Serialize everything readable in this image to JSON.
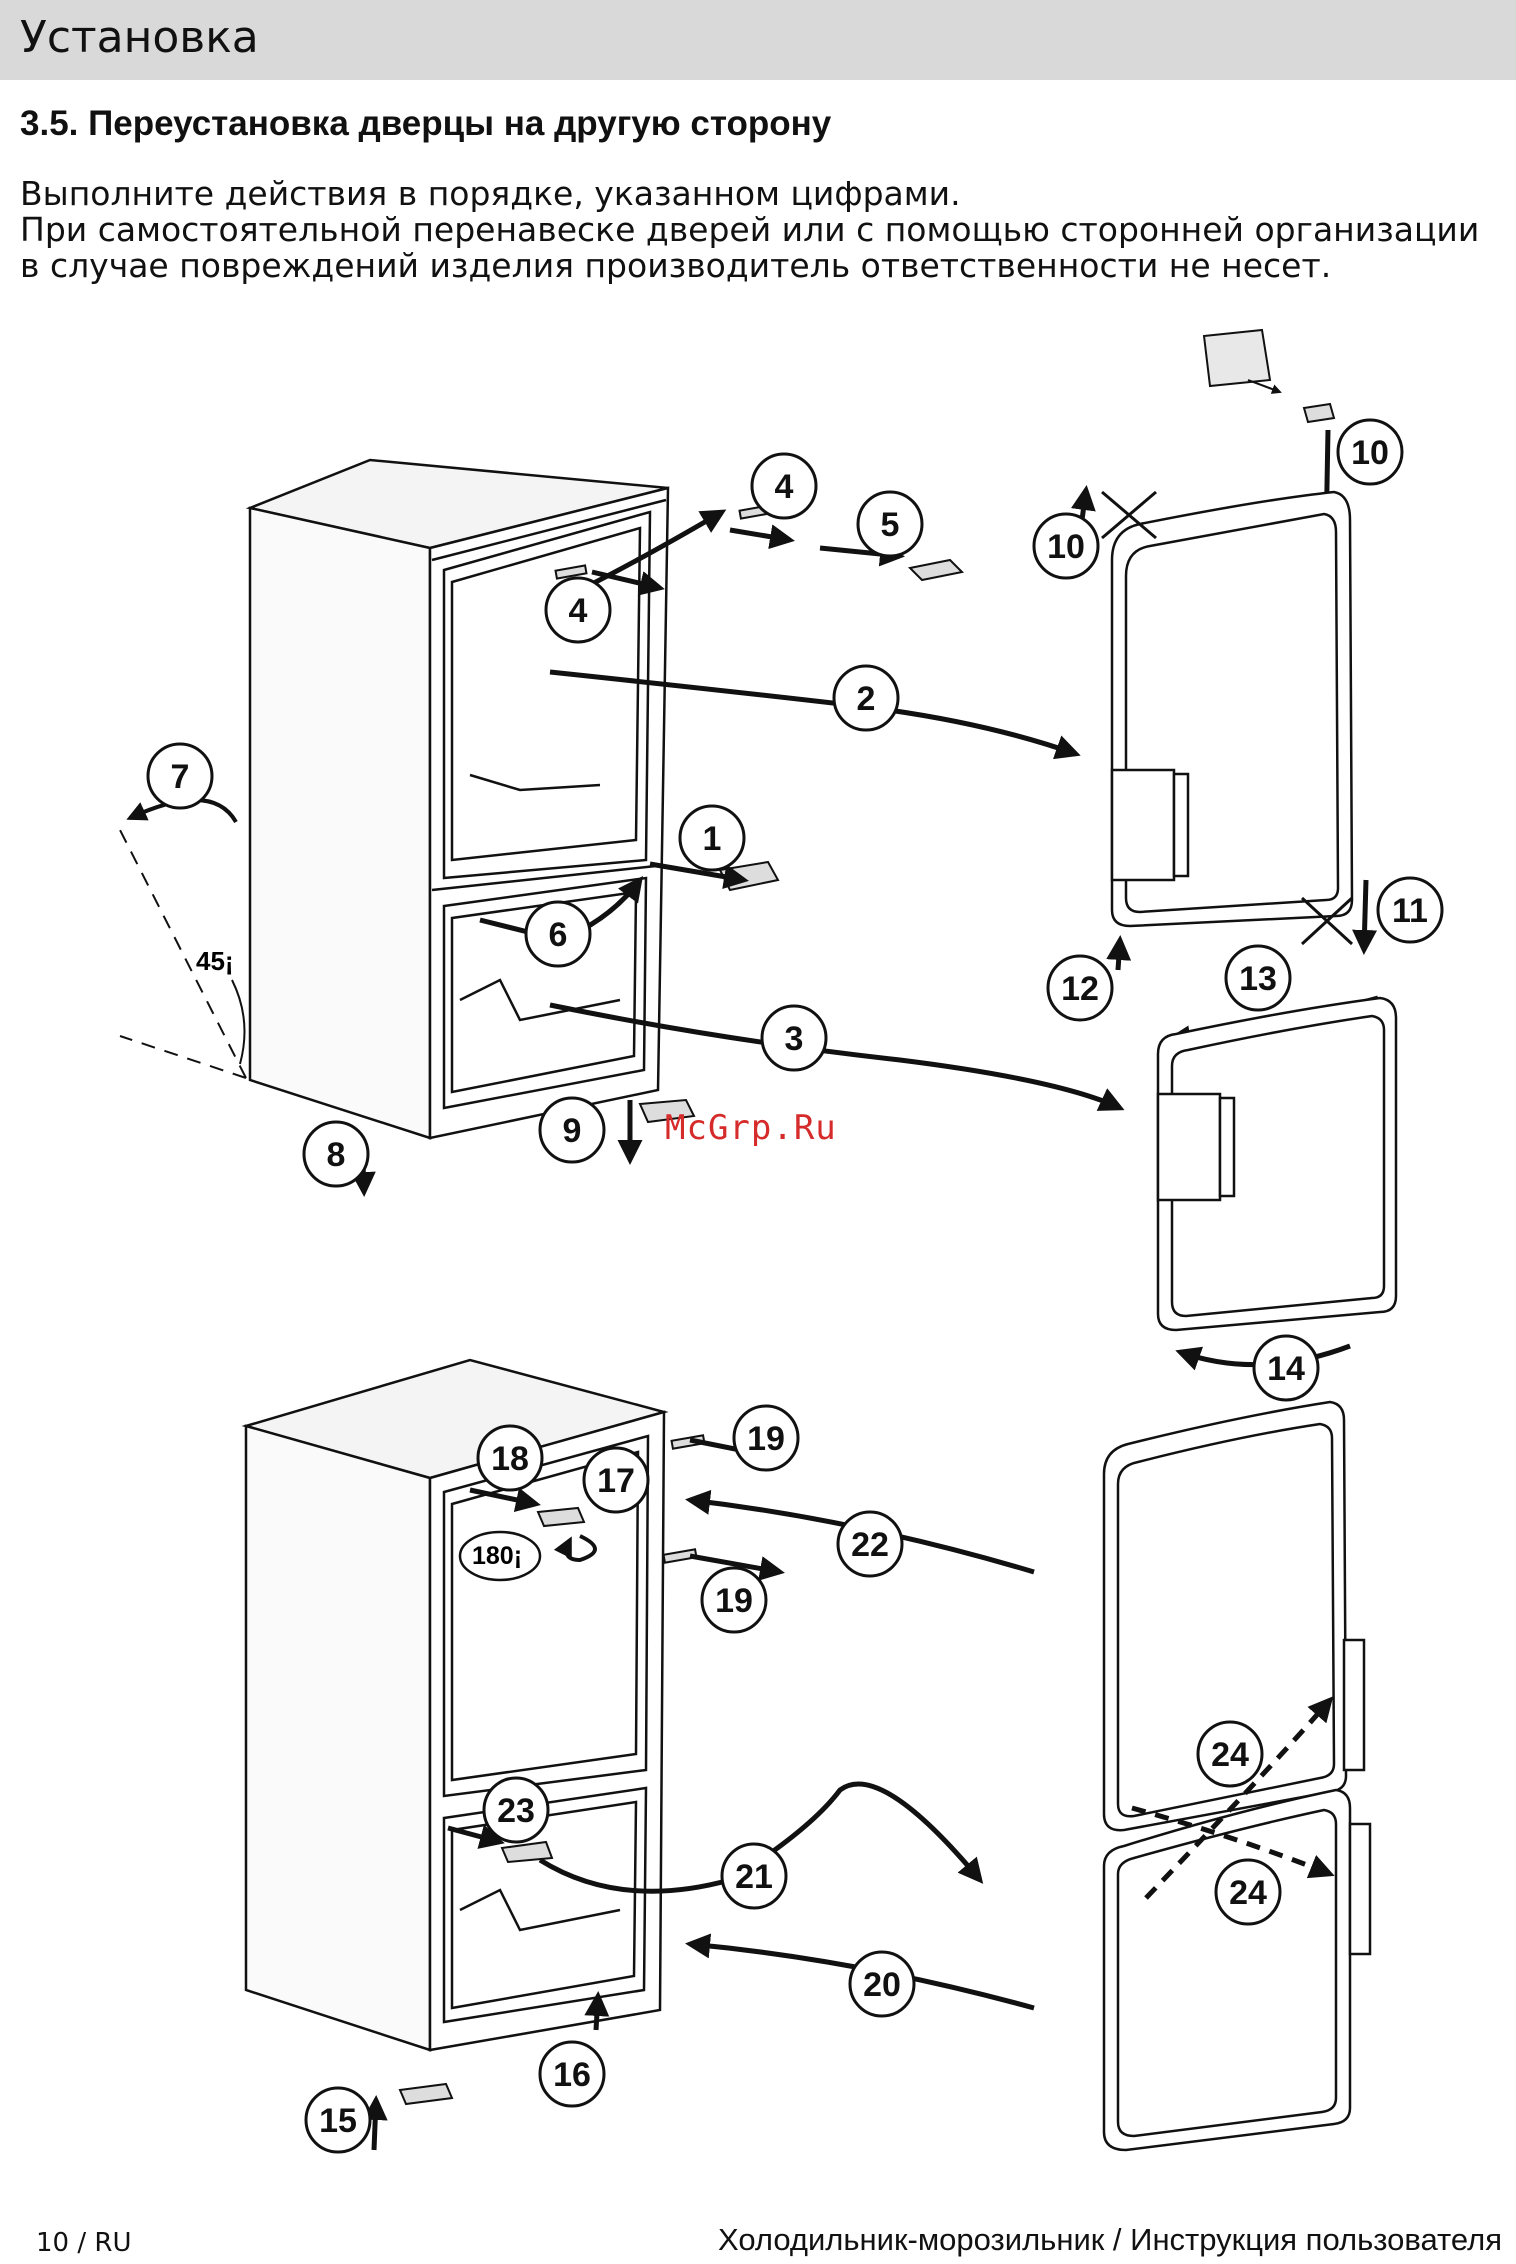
{
  "header": {
    "title": "Установка"
  },
  "section": {
    "title": "3.5. Переустановка дверцы на другую сторону"
  },
  "intro": {
    "line1": "Выполните действия в порядке, указанном цифрами.",
    "line2": "При самостоятельной перенавеске дверей или с помощью сторонней организации в случае повреждений изделия  производитель ответственности не несет."
  },
  "diagram": {
    "angle_45": "45",
    "angle_180": "180",
    "degree_mark": "¡",
    "steps": [
      "1",
      "2",
      "3",
      "4",
      "4",
      "5",
      "6",
      "7",
      "8",
      "9",
      "10",
      "10",
      "11",
      "12",
      "13",
      "14",
      "15",
      "16",
      "17",
      "18",
      "19",
      "19",
      "20",
      "21",
      "22",
      "23",
      "24",
      "24"
    ]
  },
  "watermark": "McGrp.Ru",
  "footer": {
    "page": "10 / RU",
    "doc": "Холодильник-морозильник / Инструкция пользователя"
  }
}
